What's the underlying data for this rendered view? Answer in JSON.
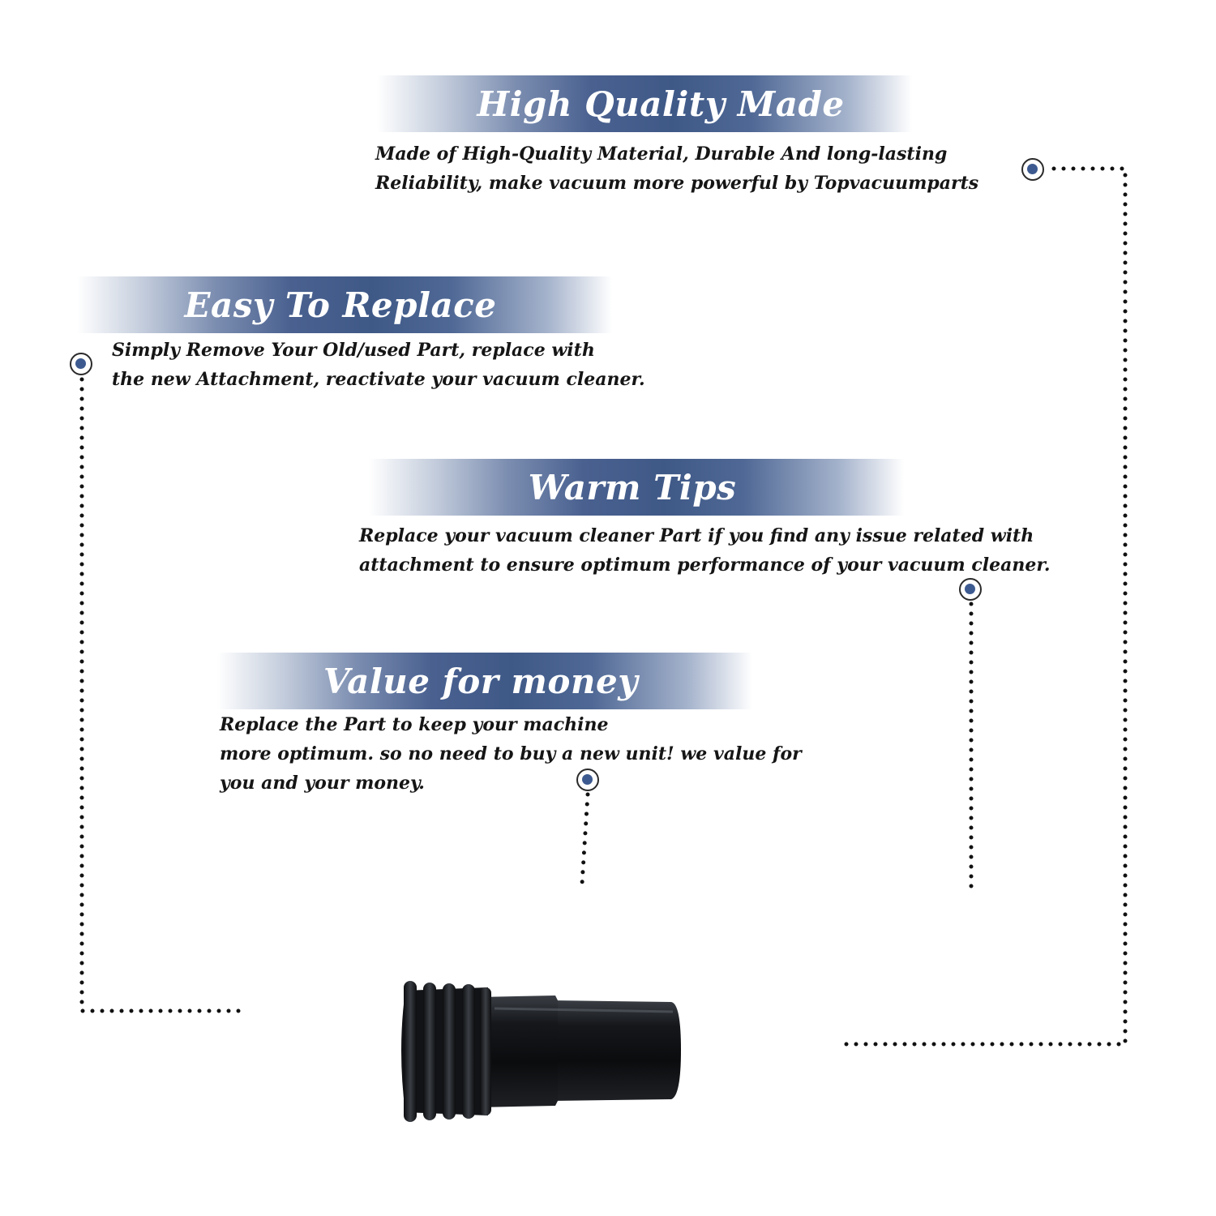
{
  "colors": {
    "banner_blue": "#3f5987",
    "node_blue": "#3d5a90",
    "text": "#151515"
  },
  "sections": {
    "high_quality": {
      "title": "High Quality Made",
      "line1": "Made of  High-Quality Material, Durable And long-lasting",
      "line2": "Reliability, make vacuum more powerful by Topvacuumparts"
    },
    "easy_replace": {
      "title": "Easy To Replace",
      "line1": "Simply Remove Your Old/used Part, replace with",
      "line2": "the new Attachment, reactivate your vacuum cleaner."
    },
    "warm_tips": {
      "title": "Warm Tips",
      "line1": "Replace your vacuum cleaner Part if you find any issue related with",
      "line2": " attachment to ensure optimum performance of your vacuum cleaner."
    },
    "value_money": {
      "title": "Value for money",
      "line1": "Replace the Part to keep your machine",
      "line2": "more optimum. so no need to buy a new unit! we value for",
      "line3": "you and your money."
    }
  },
  "product": {
    "icon": "vacuum-hose-adapter-image"
  }
}
